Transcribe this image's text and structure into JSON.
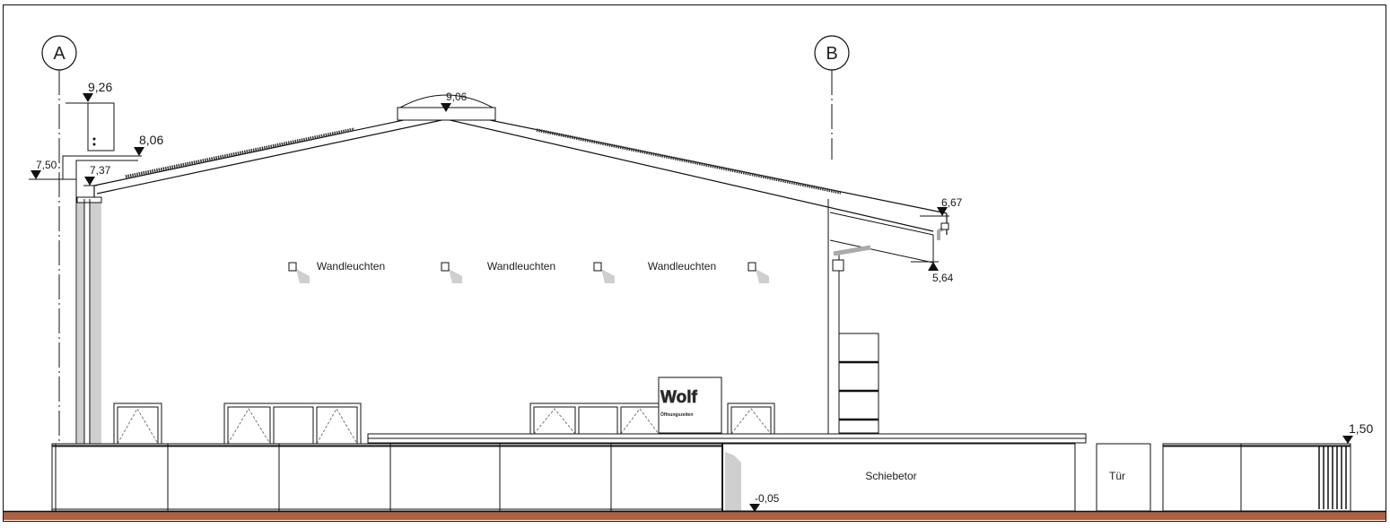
{
  "axes": {
    "a": "A",
    "b": "B"
  },
  "levels": {
    "parapet_top": "9,26",
    "ridge": "9,06",
    "parapet_step": "8,06",
    "axis_a_level": "7,50",
    "eave_left": "7,37",
    "canopy_top": "6,67",
    "canopy_bottom": "5,64",
    "ground": "-0,05",
    "fence_top": "1,50"
  },
  "labels": {
    "lights": [
      "Wandleuchten",
      "Wandleuchten",
      "Wandleuchten"
    ],
    "gate": "Schiebetor",
    "door": "Tür"
  },
  "sign": {
    "brand": "Wolf",
    "subtitle": "Öffnungszeiten"
  },
  "colors": {
    "ground": "#b0603f",
    "line": "#111111",
    "shadow": "#cfcfcf"
  }
}
